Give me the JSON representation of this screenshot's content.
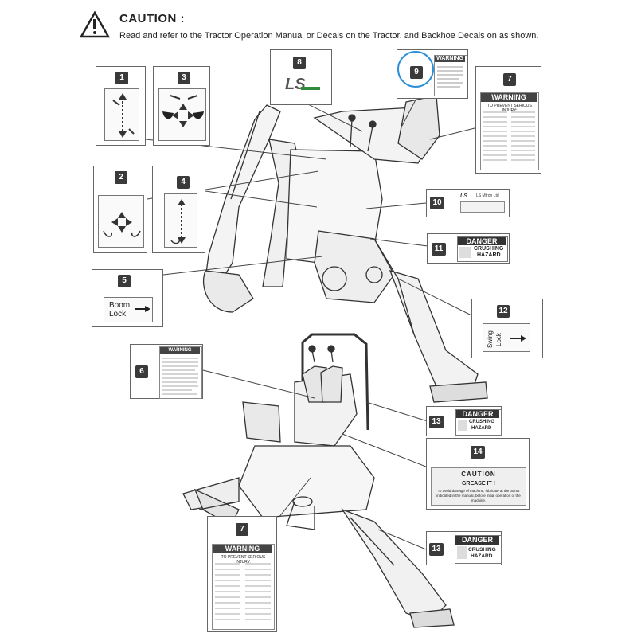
{
  "header": {
    "caution_title": "CAUTION :",
    "caution_text": "Read and refer to the Tractor Operation Manual or Decals on the Tractor. and Backhoe Decals on as shown."
  },
  "decals": {
    "d1": "1",
    "d2": "2",
    "d3": "3",
    "d4": "4",
    "d5": "5",
    "d6": "6",
    "d7a": "7",
    "d7b": "7",
    "d8": "8",
    "d9": "9",
    "d10": "10",
    "d11": "11",
    "d12": "12",
    "d13a": "13",
    "d13b": "13",
    "d14": "14"
  },
  "labels": {
    "warning": "WARNING",
    "danger": "DANGER",
    "crushing": "CRUSHING",
    "hazard": "HAZARD",
    "caution": "CAUTION",
    "grease": "GREASE IT !",
    "grease_text": "To avoid damage of machine, lubricate at the points indicated in the manual, before initial operation of the machine.",
    "boom_lock_1": "Boom",
    "boom_lock_2": "Lock",
    "swing_lock_1": "Swing",
    "swing_lock_2": "Lock",
    "ls_logo": "LS",
    "ls_mtron": "LS Mtron Ltd",
    "to_prevent": "TO PREVENT SERIOUS INJURY:"
  },
  "highlight": {
    "color": "#2a8fd8",
    "target": "9"
  },
  "icons": {
    "caution_symbol": "warning-triangle-icon",
    "arrow": "right-arrow-icon"
  }
}
